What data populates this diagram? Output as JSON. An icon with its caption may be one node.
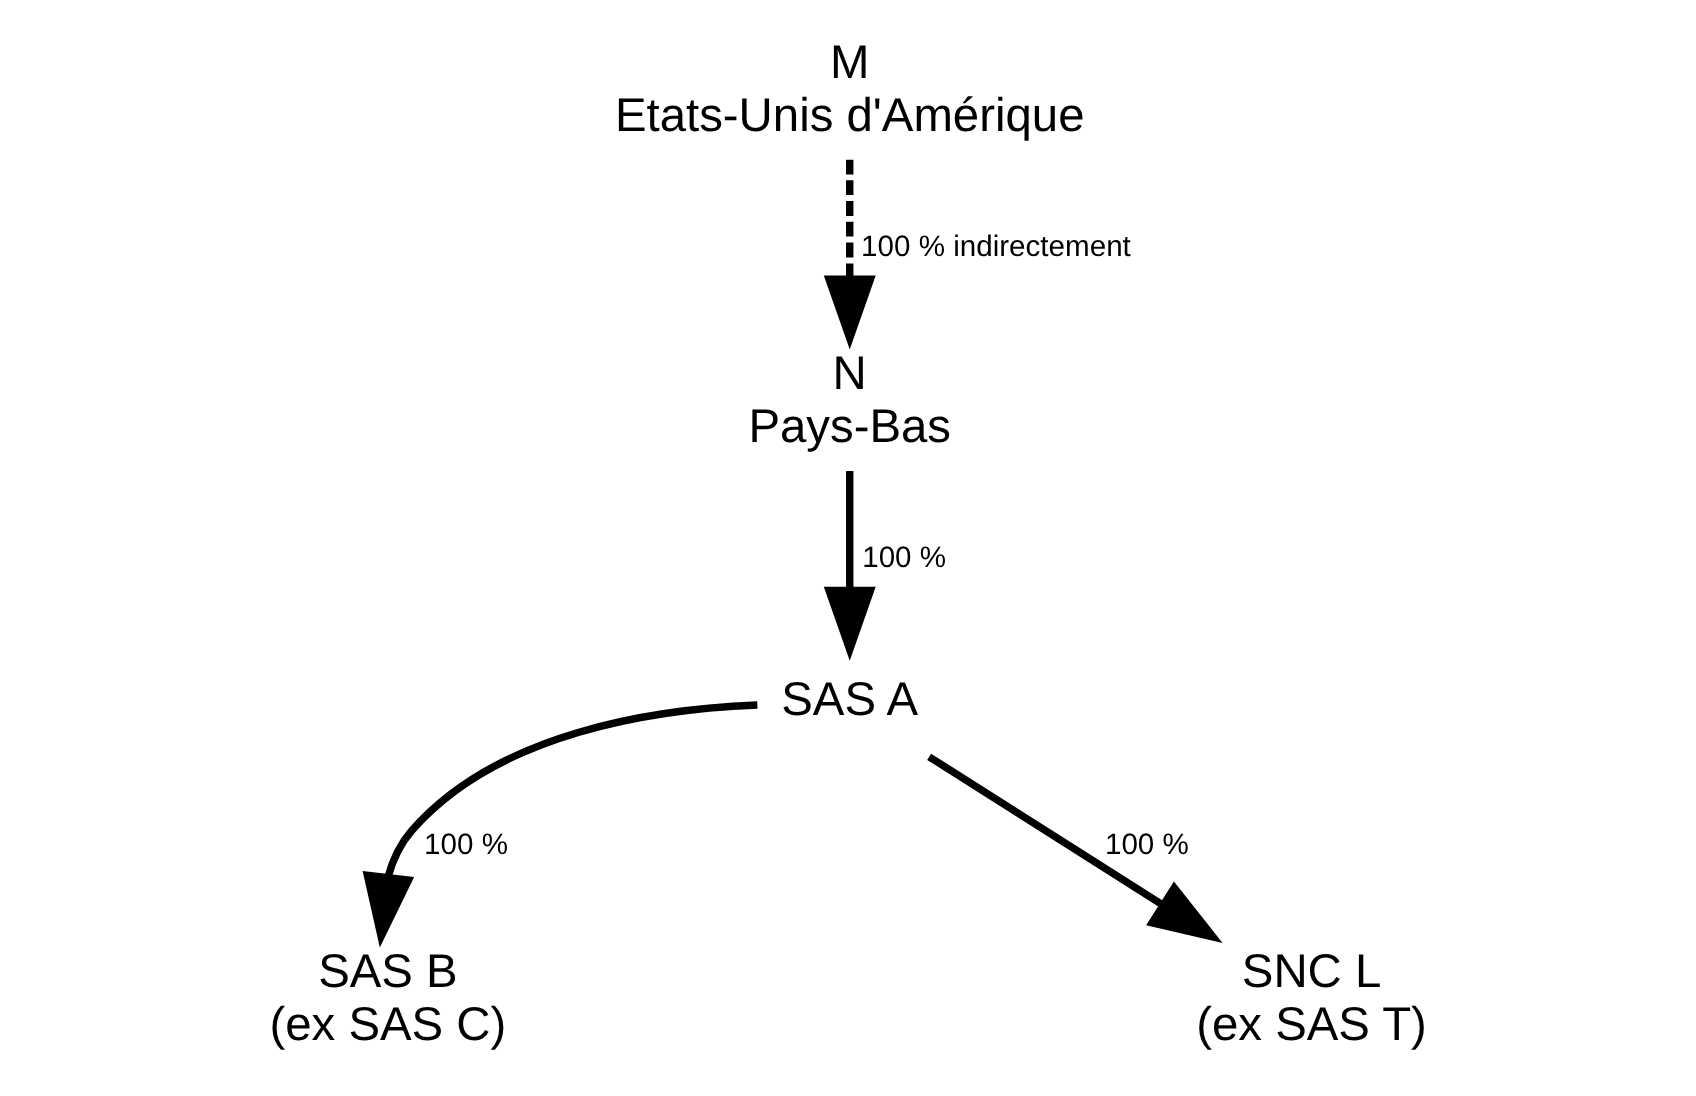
{
  "diagram": {
    "nodes": [
      {
        "text": [
          "M",
          "Etats-Unis d'Amérique"
        ]
      },
      {
        "text": [
          "N",
          "Pays-Bas"
        ]
      },
      {
        "text": [
          "SAS A"
        ]
      },
      {
        "text": [
          "SAS B",
          "(ex SAS C)"
        ]
      },
      {
        "text": [
          "SNC L",
          "(ex SAS T)"
        ]
      }
    ],
    "edges": [
      {
        "from": 0,
        "to": 1,
        "arrow": "to",
        "style": "dashed",
        "label": "100 % indirectement"
      },
      {
        "from": 1,
        "to": 2,
        "arrow": "to",
        "label": "100 %"
      },
      {
        "from": 2,
        "to": 3,
        "arrow": "to",
        "label": "100 %"
      },
      {
        "from": 2,
        "to": 4,
        "arrow": "to",
        "label": "100 %"
      }
    ]
  }
}
